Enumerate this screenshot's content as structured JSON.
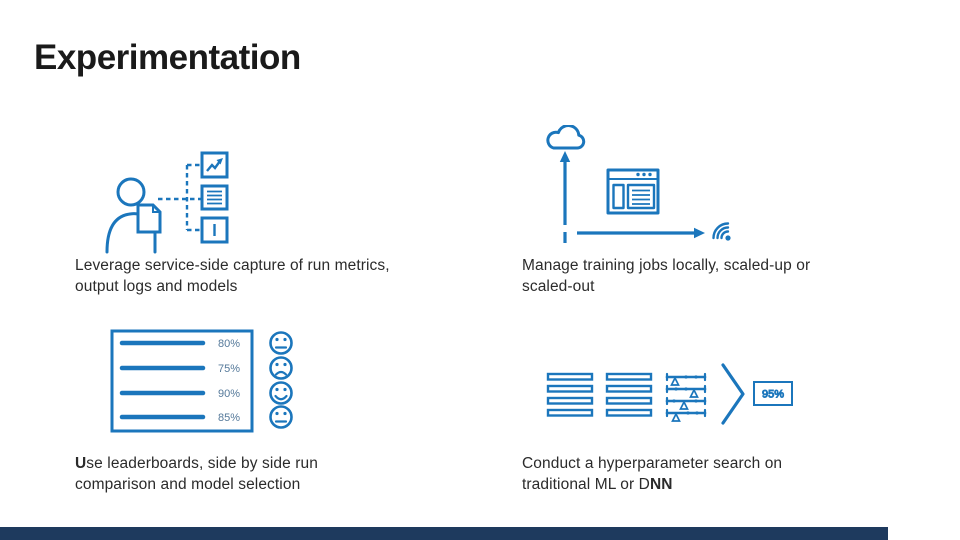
{
  "slide": {
    "title": "Experimentation"
  },
  "colors": {
    "accent": "#1b76bc",
    "muted_label": "#55799a",
    "footer_bar": "#1e3a5e",
    "title_text": "#1a1a1a",
    "body_text": "#2b2b2b"
  },
  "quadrants": {
    "run_capture": {
      "caption_line1": "Leverage service-side capture of run metrics,",
      "caption_line2": "output logs and models"
    },
    "training_jobs": {
      "caption_line1": "Manage training jobs locally, scaled-up or",
      "caption_line2": "scaled-out"
    },
    "leaderboards": {
      "caption_line1_bold": "U",
      "caption_line1_rest": "se leaderboards, side by side run",
      "caption_line2": "comparison and model selection",
      "rows": [
        {
          "score": "80%",
          "sentiment": "neutral"
        },
        {
          "score": "75%",
          "sentiment": "sad"
        },
        {
          "score": "90%",
          "sentiment": "happy"
        },
        {
          "score": "85%",
          "sentiment": "neutral"
        }
      ]
    },
    "hyperparameter": {
      "caption_line1": "Conduct a hyperparameter search on",
      "caption_line2_main": "traditional ML or D",
      "caption_line2_bold": "NN",
      "result_badge": "95%"
    }
  }
}
